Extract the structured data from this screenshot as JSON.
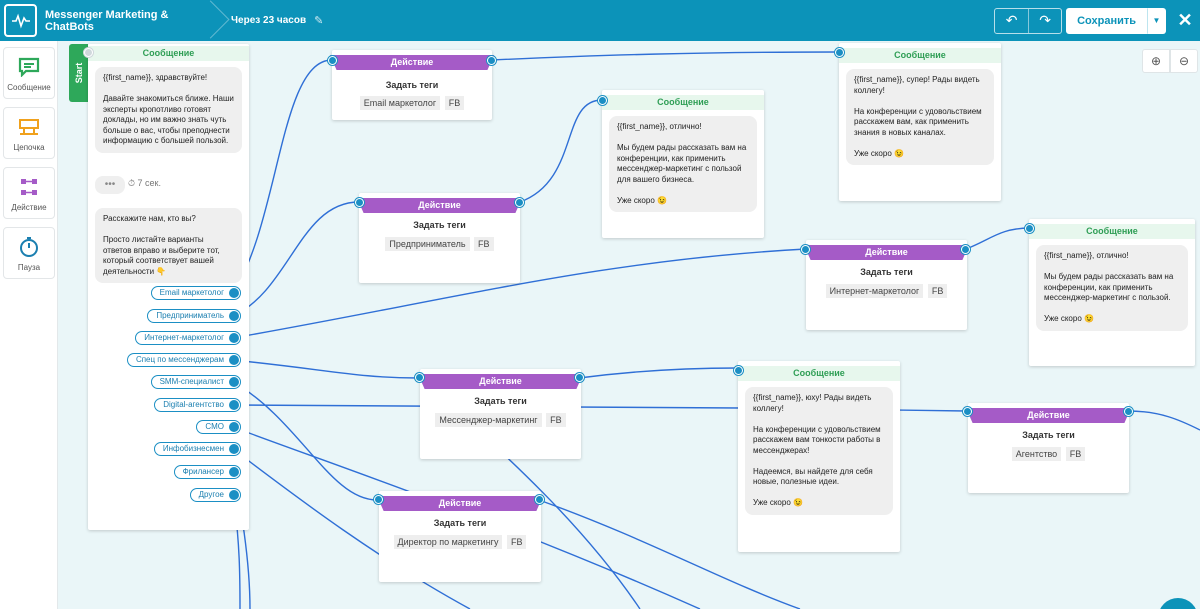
{
  "header": {
    "app_title": "Messenger Marketing & ChatBots",
    "flow_name": "Через 23 часов",
    "undo_icon": "↶",
    "redo_icon": "↷",
    "save_label": "Сохранить",
    "save_dropdown_icon": "▼",
    "close_icon": "✕"
  },
  "sidebar": {
    "items": [
      {
        "label": "Сообщение",
        "icon": "message-icon"
      },
      {
        "label": "Цепочка",
        "icon": "chain-icon"
      },
      {
        "label": "Действие",
        "icon": "action-icon"
      },
      {
        "label": "Пауза",
        "icon": "pause-icon"
      }
    ]
  },
  "start": {
    "tab_label": "Start",
    "header": "Сообщение",
    "bubble1": "{{first_name}}, здравствуйте!\n\nДавайте знакомиться ближе. Наши эксперты кропотливо готовят доклады, но им важно знать чуть больше о вас, чтобы преподнести информацию с большей пользой.",
    "typing": "•••",
    "delay": "⏱ 7 сек.",
    "bubble2": "Расскажите нам, кто вы?\n\nПросто листайте варианты ответов вправо и выберите тот, который соответствует вашей деятельности 👇",
    "buttons": [
      "Email маркетолог",
      "Предприниматель",
      "Интернет-маркетолог",
      "Спец по мессенджерам",
      "SMM-специалист",
      "Digital-агентство",
      "CMO",
      "Инфобизнесмен",
      "Фрилансер",
      "Другое"
    ]
  },
  "actions": [
    {
      "header": "Действие",
      "title": "Задать теги",
      "tag": "Email маркетолог",
      "channel": "FB"
    },
    {
      "header": "Действие",
      "title": "Задать теги",
      "tag": "Предприниматель",
      "channel": "FB"
    },
    {
      "header": "Действие",
      "title": "Задать теги",
      "tag": "Интернет-маркетолог",
      "channel": "FB"
    },
    {
      "header": "Действие",
      "title": "Задать теги",
      "tag": "Мессенджер-маркетинг",
      "channel": "FB"
    },
    {
      "header": "Действие",
      "title": "Задать теги",
      "tag": "Директор по маркетингу",
      "channel": "FB"
    },
    {
      "header": "Действие",
      "title": "Задать теги",
      "tag": "Агентство",
      "channel": "FB"
    }
  ],
  "messages": [
    {
      "header": "Сообщение",
      "text": "{{first_name}}, отлично!\n\nМы будем рады рассказать вам на конференции, как применить мессенджер-маркетинг с пользой для вашего бизнеса.\n\nУже скоро 😉"
    },
    {
      "header": "Сообщение",
      "text": "{{first_name}}, супер! Рады видеть коллегу!\n\nНа конференции с удовольствием расскажем вам, как применить знания в новых каналах.\n\nУже скоро 😉"
    },
    {
      "header": "Сообщение",
      "text": "{{first_name}}, отлично!\n\nМы будем рады рассказать вам на конференции, как применить мессенджер-маркетинг с пользой.\n\nУже скоро 😉"
    },
    {
      "header": "Сообщение",
      "text": "{{first_name}}, юху! Рады видеть коллегу!\n\nНа конференции с удовольствием расскажем вам тонкости работы в мессенджерах!\n\nНадеемся, вы найдете для себя новые, полезные идеи.\n\nУже скоро 😉"
    }
  ],
  "zoom": {
    "in_icon": "⊕",
    "out_icon": "⊖"
  },
  "colors": {
    "primary": "#0c93b9",
    "action": "#a55bc7",
    "message_header": "#2f9e55",
    "connector": "#2f6fd6"
  }
}
